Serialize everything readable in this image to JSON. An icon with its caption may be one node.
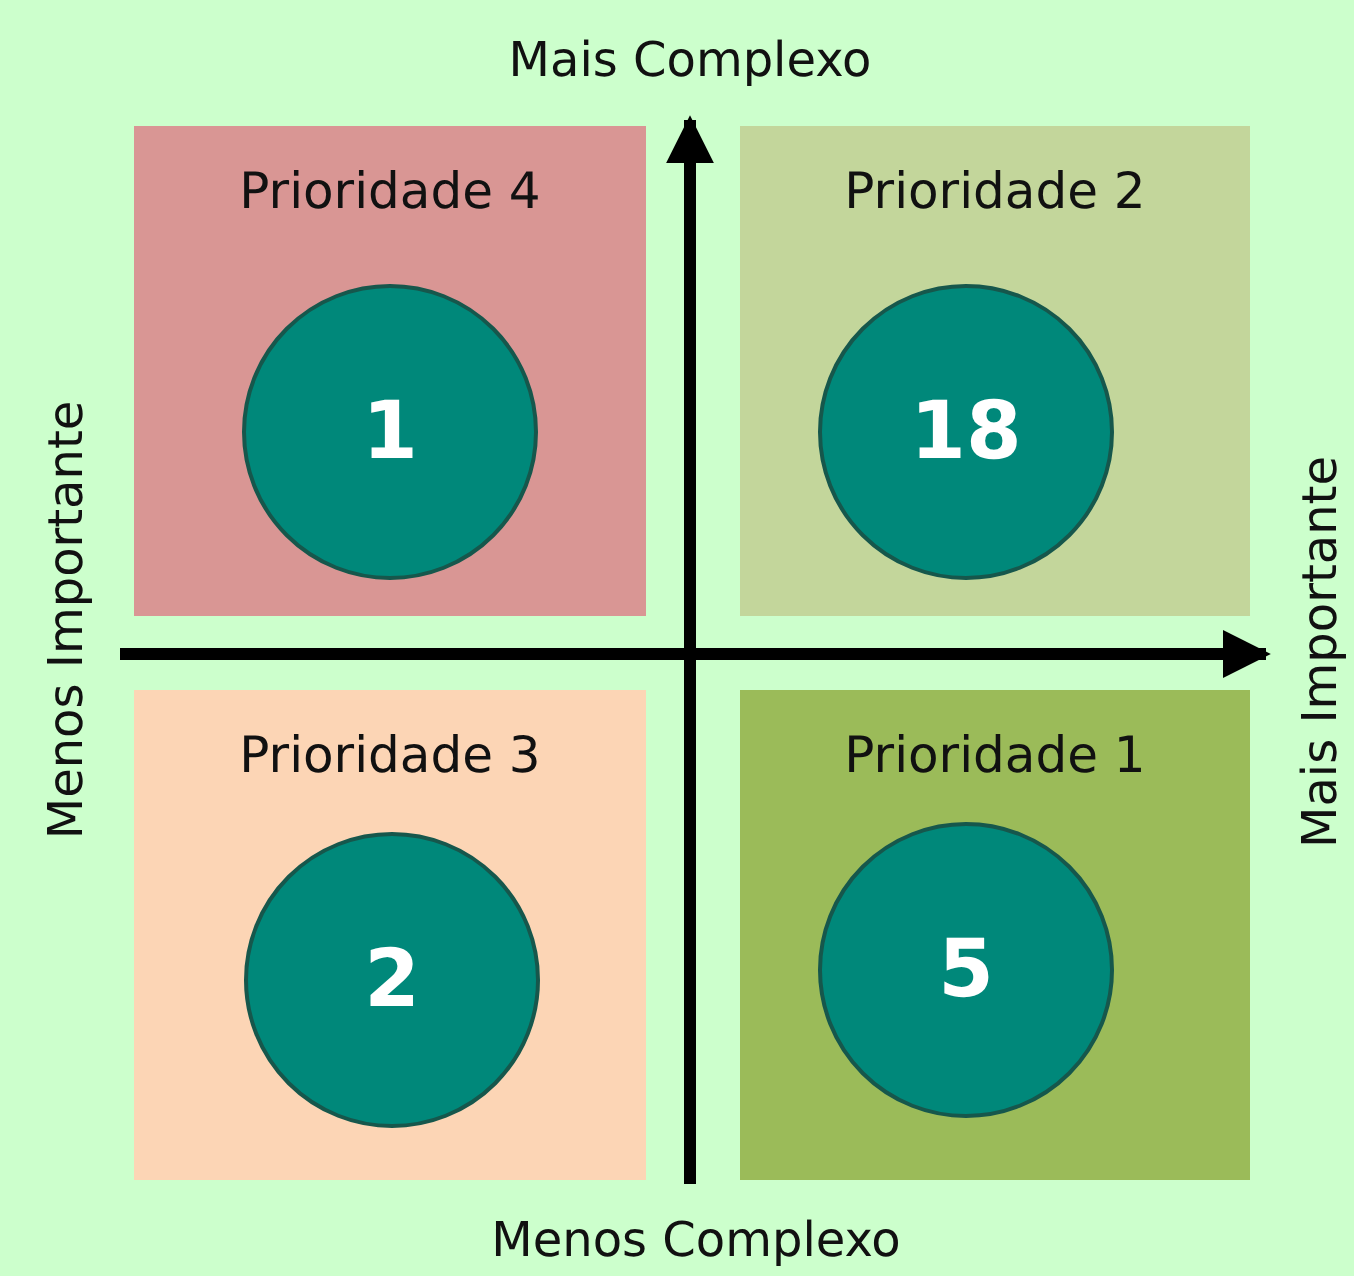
{
  "diagram": {
    "nodes": [
      {
        "text": [
          "Prioridade 4"
        ]
      },
      {
        "text": [
          "1"
        ],
        "in": 0
      },
      {
        "text": [
          "Prioridade 2"
        ]
      },
      {
        "text": [
          "18"
        ],
        "in": 2
      },
      {
        "text": [
          "Prioridade 3"
        ]
      },
      {
        "text": [
          "2"
        ],
        "in": 4
      },
      {
        "text": [
          "Prioridade 1"
        ]
      },
      {
        "text": [
          "5"
        ],
        "in": 6
      }
    ],
    "labels": [
      "Mais Complexo",
      "Menos Importante",
      "Mais Importante",
      "Menos Complexo"
    ]
  }
}
